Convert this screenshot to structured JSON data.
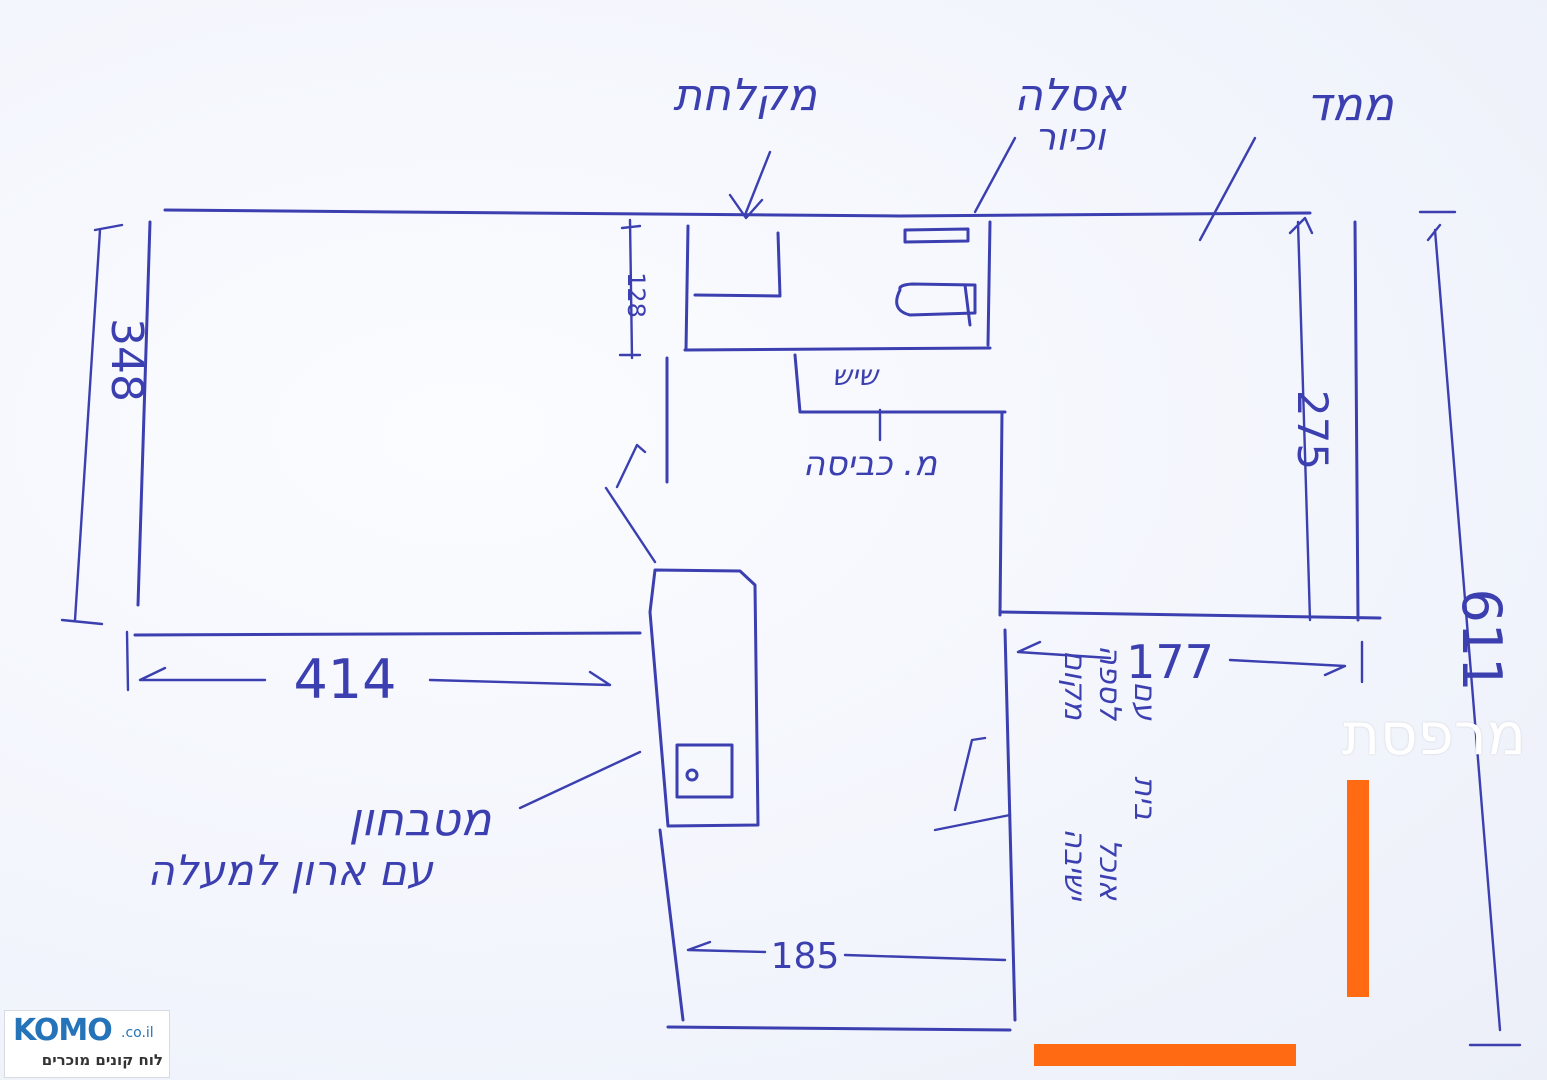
{
  "diagram": {
    "type": "hand-drawn apartment floor plan",
    "labels": {
      "laundry": "מקלחת",
      "toilet_sink": [
        "אסלה",
        "וכיור"
      ],
      "safe_room": "ממד",
      "marble": "שיש",
      "washing_machine": "מ. כביסה",
      "kitchenette": [
        "מטבחון",
        "עם ארון למעלה"
      ],
      "storage": [
        "מקום",
        "לספה",
        "עם",
        "בית",
        "ישיבה",
        "אוכל"
      ]
    },
    "dimensions": {
      "left_room_height": "348",
      "left_room_width": "414",
      "bath_height": "128",
      "safe_room_height": "275",
      "safe_room_width": "177",
      "hall_width": "185",
      "total_height": "611"
    }
  },
  "overlay": {
    "balcony_label": "מרפסת",
    "accent_color": "#ff6a13",
    "ink_color": "#3b3fb0"
  },
  "watermark": {
    "brand": "KOMO",
    "tld": ".co.il",
    "tagline": "לוח קונים מוכרים",
    "color": "#2574b9"
  }
}
